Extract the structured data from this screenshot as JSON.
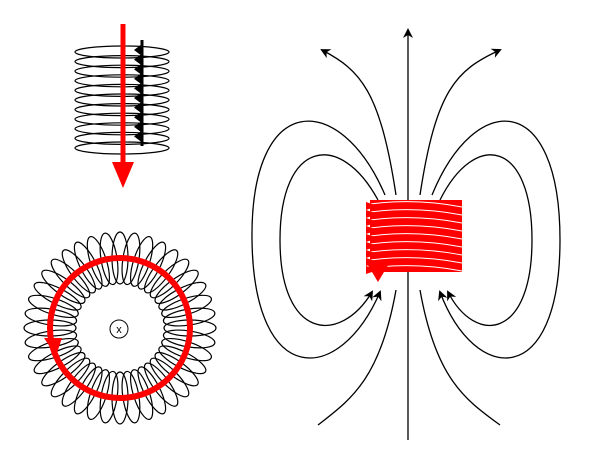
{
  "colors": {
    "current": "#ff0000",
    "wire": "#000000",
    "background": "#ffffff"
  },
  "solenoid": {
    "turns": 11
  },
  "toroid": {
    "turns": 40,
    "center_label": "x"
  },
  "bar_coil": {
    "turns": 9
  }
}
